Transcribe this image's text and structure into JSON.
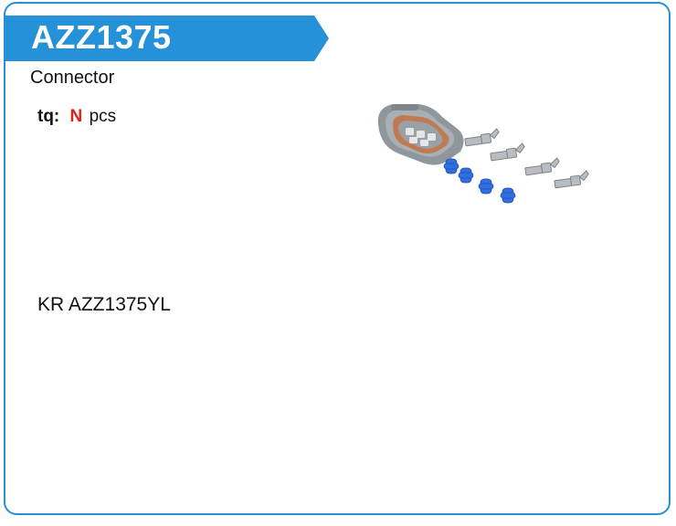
{
  "header": {
    "code": "AZZ1375"
  },
  "product": {
    "description": "Connector",
    "qty_label": "tq:",
    "qty_value": "N",
    "qty_unit": "pcs",
    "reference": "KR AZZ1375YL"
  },
  "colors": {
    "accent": "#2a8fd4",
    "banner": "#2591d9",
    "qty_highlight": "#e0201b"
  },
  "icons": {
    "product_image": "connector-kit-illustration"
  }
}
